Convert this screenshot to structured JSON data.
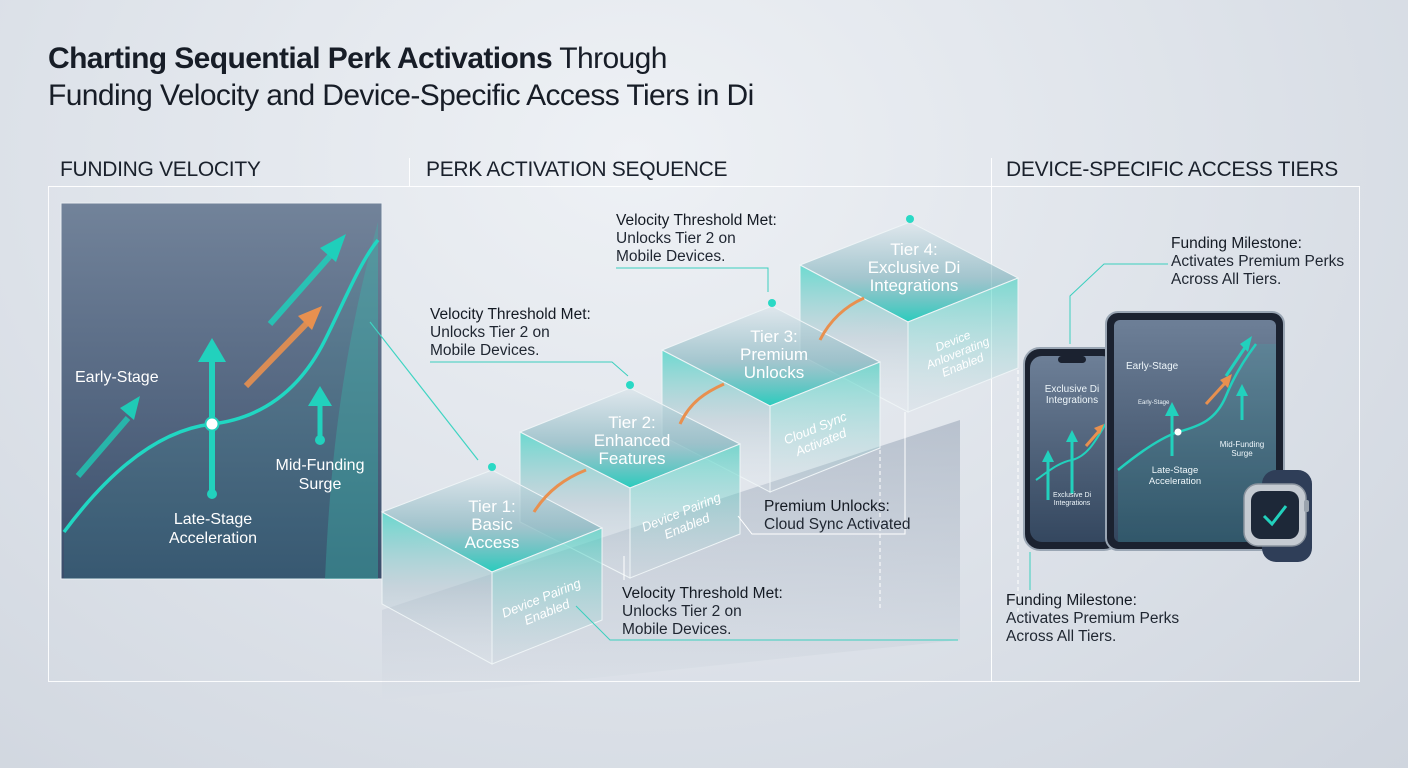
{
  "title": {
    "bold": "Charting Sequential Perk Activations",
    "rest_line1": " Through",
    "line2": "Funding Velocity and Device-Specific Access Tiers in Di"
  },
  "sections": {
    "velocity": "FUNDING VELOCITY",
    "sequence": "PERK ACTIVATION SEQUENCE",
    "devices": "DEVICE-SPECIFIC ACCESS TIERS"
  },
  "velocity_chart": {
    "labels": {
      "early": "Early-Stage",
      "late_line1": "Late-Stage",
      "late_line2": "Acceleration",
      "mid_line1": "Mid-Funding",
      "mid_line2": "Surge"
    }
  },
  "tiers": [
    {
      "line1": "Tier 1:",
      "line2": "Basic",
      "line3": "Access",
      "face_line1": "Device Pairing",
      "face_line2": "Enabled"
    },
    {
      "line1": "Tier 2:",
      "line2": "Enhanced",
      "line3": "Features",
      "face_line1": "Device Pairing",
      "face_line2": "Enabled"
    },
    {
      "line1": "Tier 3:",
      "line2": "Premium",
      "line3": "Unlocks",
      "face_line1": "Cloud Sync",
      "face_line2": "Activated"
    },
    {
      "line1": "Tier 4:",
      "line2": "Exclusive Di",
      "line3": "Integrations",
      "face_line1": "Device",
      "face_line2": "Anloverating",
      "face_line3": "Enabled"
    }
  ],
  "callouts": {
    "top": {
      "head": "Velocity Threshold Met:",
      "line1": "Unlocks Tier 2 on",
      "line2": "Mobile Devices."
    },
    "mid": {
      "head": "Velocity Threshold Met:",
      "line1": "Unlocks Tier 2 on",
      "line2": "Mobile Devices."
    },
    "premium": {
      "head": "Premium Unlocks:",
      "line1": "Cloud Sync Activated"
    },
    "bottom": {
      "head": "Velocity Threshold Met:",
      "line1": "Unlocks Tier 2 on",
      "line2": "Mobile Devices."
    },
    "milestone_top": {
      "head": "Funding Milestone:",
      "line1": "Activates Premium Perks",
      "line2": "Across All Tiers."
    },
    "milestone_bottom": {
      "head": "Funding Milestone:",
      "line1": "Activates Premium Perks",
      "line2": "Across All Tiers."
    }
  },
  "devices": {
    "phone": {
      "line1": "Exclusive Di",
      "line2": "Integrations",
      "footer1": "Exclusive Di",
      "footer2": "Integrations"
    },
    "tablet": {
      "early": "Early-Stage",
      "late1": "Late-Stage",
      "late2": "Acceleration",
      "mid1": "Mid-Funding",
      "mid2": "Surge",
      "tag": "Early-Stage"
    },
    "watch": {
      "icon": "checkmark-icon"
    }
  },
  "colors": {
    "teal": "#19d6c2",
    "orange": "#e8904f",
    "panel_top": "#6f8198",
    "panel_bottom": "#3c506d",
    "text": "#1d2430"
  }
}
